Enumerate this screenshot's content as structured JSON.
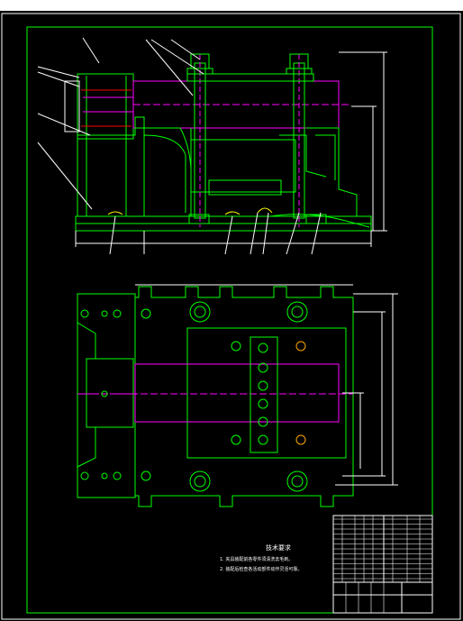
{
  "drawing": {
    "background_color": "#000000",
    "frame_color": "#ffffff",
    "part_color": "#00ff00",
    "shaft_color": "#ff00ff",
    "hole_color": "#ffa500",
    "annotation_color": "#ffffff"
  },
  "technical_requirements": {
    "title": "技术要求",
    "items": [
      "1. 夹具装配前各零件须清洗去毛刺。",
      "2. 装配后检查各活动部件动作灵活可靠。"
    ]
  }
}
